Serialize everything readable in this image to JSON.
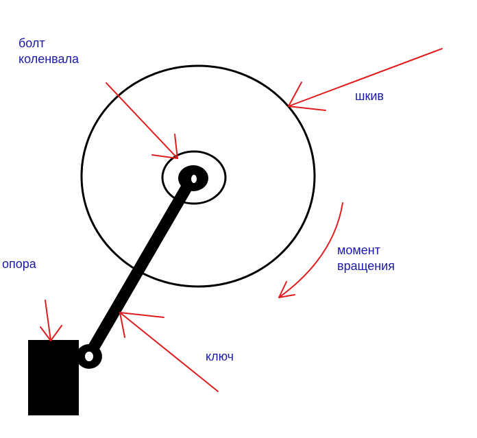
{
  "labels": {
    "crank_bolt_line1": "болт",
    "crank_bolt_line2": "коленвала",
    "pulley": "шкив",
    "torque_line1": "момент",
    "torque_line2": "вращения",
    "support": "опора",
    "wrench": "ключ"
  },
  "colors": {
    "text": "#1a1aa6",
    "arrow": "#e01b1b",
    "ink": "#000000",
    "background": "#ffffff"
  }
}
